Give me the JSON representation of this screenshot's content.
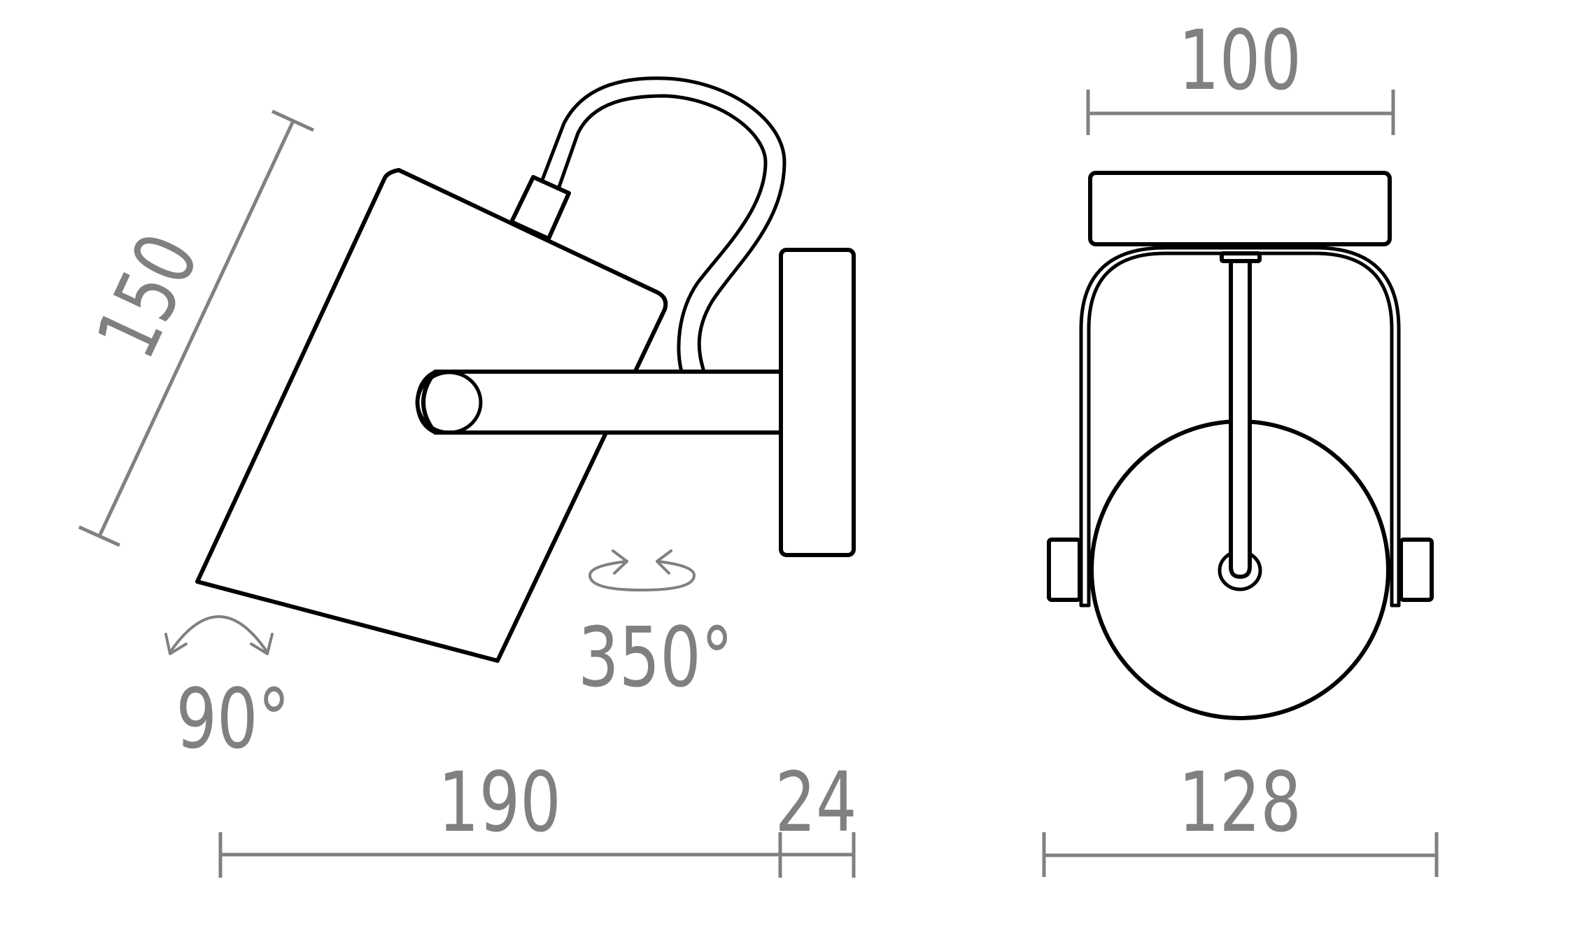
{
  "drawing": {
    "title": "Wall spot lamp dimension drawing",
    "line_color": "#000000",
    "dimension_color": "#808080",
    "side_view": {
      "dimensions": {
        "shade_length": "150",
        "arm_projection": "190",
        "wall_plate_depth": "24"
      },
      "rotation": {
        "tilt": "90°",
        "swivel": "350°"
      }
    },
    "front_view": {
      "dimensions": {
        "canopy_width": "100",
        "overall_width": "128"
      }
    }
  }
}
